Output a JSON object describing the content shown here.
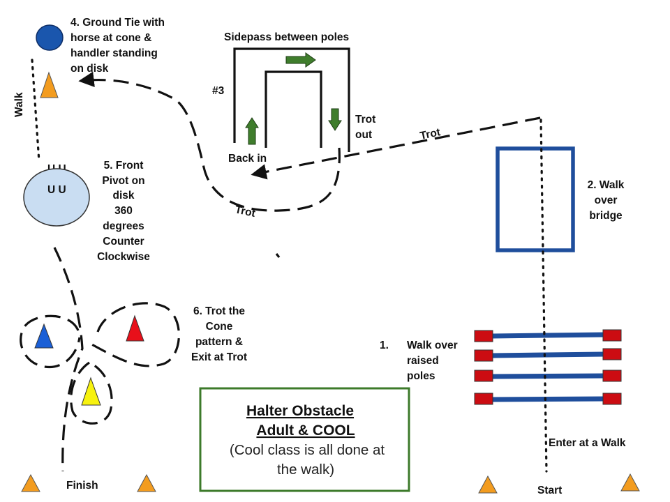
{
  "title": {
    "line1": "Halter  Obstacle",
    "line2": "Adult  &  COOL",
    "line3": "(Cool class is all done at",
    "line4": "the walk)"
  },
  "stations": {
    "s1": {
      "number": "1.",
      "lines": [
        "Walk over",
        "raised",
        "poles"
      ]
    },
    "s2": {
      "lines": [
        "2. Walk",
        "over",
        "bridge"
      ]
    },
    "s3": {
      "number": "#3",
      "header": "Sidepass between poles",
      "back_in": "Back in",
      "trot_out": [
        "Trot",
        "out"
      ]
    },
    "s4": {
      "lines": [
        "4. Ground Tie with",
        "horse at cone &",
        "handler standing",
        "on disk"
      ]
    },
    "s5": {
      "lines": [
        "5. Front",
        "Pivot on",
        "disk",
        "360",
        "degrees",
        "Counter",
        "Clockwise"
      ],
      "hoof_marks": [
        "U U",
        "U U"
      ]
    },
    "s6": {
      "lines": [
        "6.  Trot the",
        "Cone",
        "pattern &",
        "Exit at Trot"
      ]
    }
  },
  "path_labels": {
    "trot_top": "Trot",
    "trot_bottom": "Trot",
    "walk": "Walk",
    "enter": "Enter at a Walk",
    "start": "Start",
    "finish": "Finish"
  },
  "colors": {
    "cone_orange": "#f39c1f",
    "cone_red": "#e8101a",
    "cone_blue": "#1a5fd6",
    "cone_yellow": "#f7f20f",
    "bridge": "#1f4e9c",
    "pole": "#1f4e9c",
    "pole_end": "#cc0c12",
    "disk": "#c9ddf2",
    "ground_tie_disk": "#1a56ad",
    "arrow_green": "#3f7d2c",
    "title_border": "#3c7a2a"
  }
}
